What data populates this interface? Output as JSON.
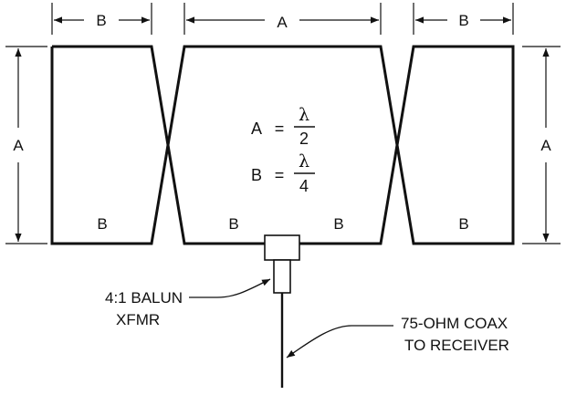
{
  "dimensions": {
    "top_left": "B",
    "top_center": "A",
    "top_right": "B",
    "left_height": "A",
    "right_height": "A"
  },
  "segment_labels": {
    "left_bottom": "B",
    "center_bottom_left": "B",
    "center_bottom_right": "B",
    "right_bottom": "B"
  },
  "formulas": {
    "a_lhs": "A",
    "b_lhs": "B",
    "equals": "=",
    "lambda": "λ",
    "a_denominator": "2",
    "b_denominator": "4"
  },
  "callouts": {
    "balun_line1": "4:1 BALUN",
    "balun_line2": "XFMR",
    "coax_line1": "75-OHM COAX",
    "coax_line2": "TO RECEIVER"
  }
}
